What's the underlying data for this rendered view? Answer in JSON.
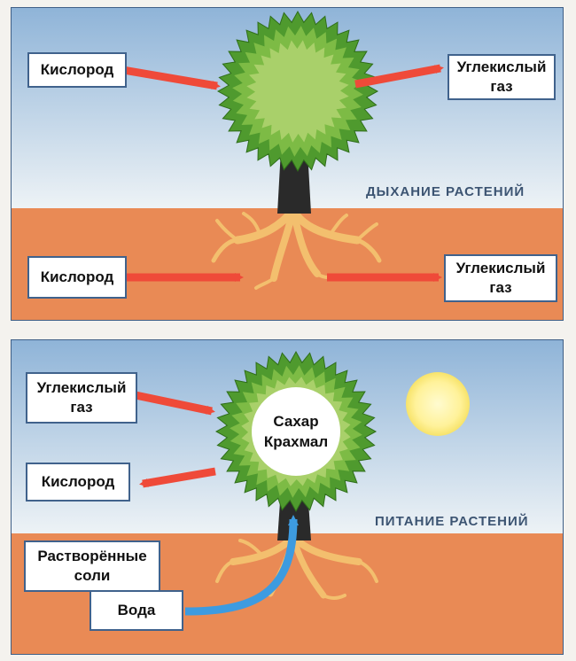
{
  "respiration": {
    "caption": "ДЫХАНИЕ  РАСТЕНИЙ",
    "leaves_in": "Кислород",
    "leaves_out": "Углекислый газ",
    "roots_in": "Кислород",
    "roots_out": "Углекислый газ"
  },
  "nutrition": {
    "caption": "ПИТАНИЕ  РАСТЕНИЙ",
    "co2_in": "Углекислый газ",
    "o2_out": "Кислород",
    "salts": "Растворённые соли",
    "water": "Вода",
    "product_1": "Сахар",
    "product_2": "Крахмал"
  },
  "colors": {
    "sky_top": "#8fb4d8",
    "sky_bottom": "#eef3f6",
    "soil": "#e98a55",
    "arrow_red": "#ef4a39",
    "arrow_blue": "#3d9be0",
    "crown_dark": "#4f9a2e",
    "crown_light": "#a9d06a",
    "roots": "#f3bf6e",
    "trunk": "#2a2a2a",
    "sun": "#fff5a0"
  }
}
